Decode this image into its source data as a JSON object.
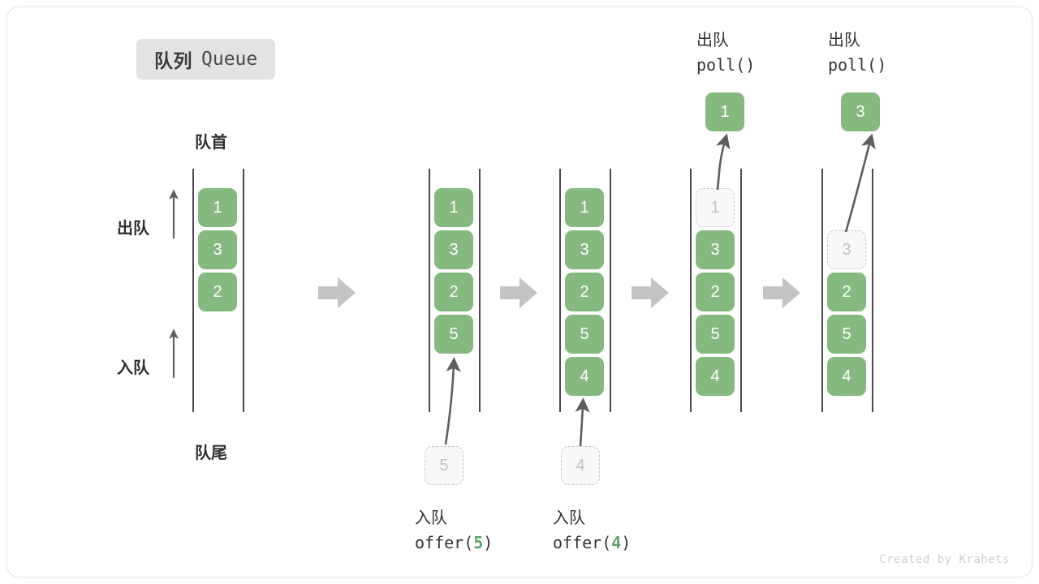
{
  "title": {
    "cn": "队列",
    "en": "Queue"
  },
  "labels": {
    "head": "队首",
    "tail": "队尾",
    "dequeue": "出队",
    "enqueue": "入队"
  },
  "colors": {
    "element": "#85b97f",
    "ghost_border": "#c9c9c9",
    "ghost_text": "#c2c2c2",
    "rail": "#4a4a4a",
    "arrow": "#5e5e5e",
    "separator": "#c4c4c4",
    "badge_bg": "#e3e3e3",
    "accent_green": "#5aa469"
  },
  "stages": [
    {
      "id": "initial",
      "elements": [
        "1",
        "3",
        "2"
      ],
      "ghost_top": null,
      "ghost_in": null,
      "caption_cn": null,
      "caption_code": null,
      "popped": null,
      "top_caption_cn": null,
      "top_caption_code": null
    },
    {
      "id": "offer-5",
      "elements": [
        "1",
        "3",
        "2",
        "5"
      ],
      "ghost_top": null,
      "ghost_in": "5",
      "caption_cn": "入队",
      "caption_code_pre": "offer(",
      "caption_code_arg": "5",
      "caption_code_post": ")",
      "popped": null
    },
    {
      "id": "offer-4",
      "elements": [
        "1",
        "3",
        "2",
        "5",
        "4"
      ],
      "ghost_top": null,
      "ghost_in": "4",
      "caption_cn": "入队",
      "caption_code_pre": "offer(",
      "caption_code_arg": "4",
      "caption_code_post": ")",
      "popped": null
    },
    {
      "id": "poll-1",
      "elements": [
        "3",
        "2",
        "5",
        "4"
      ],
      "ghost_top": "1",
      "ghost_in": null,
      "popped": "1",
      "top_caption_cn": "出队",
      "top_caption_code": "poll()"
    },
    {
      "id": "poll-3",
      "elements": [
        "2",
        "5",
        "4"
      ],
      "ghost_top": "3",
      "ghost_in": null,
      "popped": "3",
      "top_caption_cn": "出队",
      "top_caption_code": "poll()"
    }
  ],
  "credit": "Created by Krahets"
}
